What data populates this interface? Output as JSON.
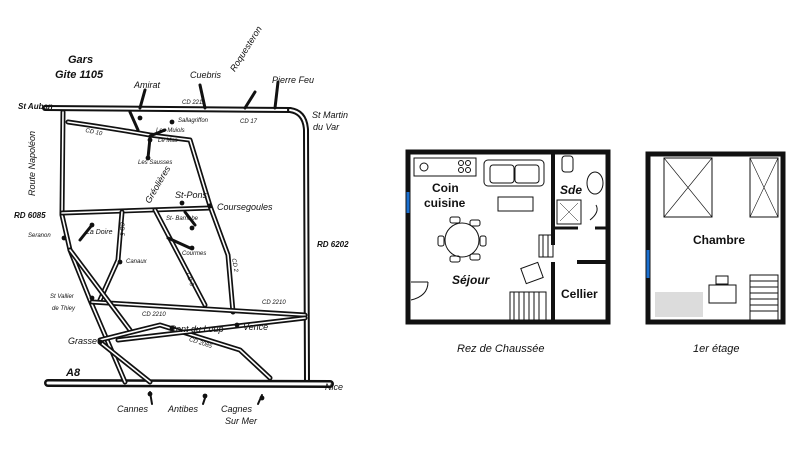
{
  "map": {
    "title": "Gars",
    "subtitle": "Gite 1105",
    "places": {
      "amirat": "Amirat",
      "cuebris": "Cuebris",
      "roquesteron": "Roquesteron",
      "pierre_feu": "Pierre Feu",
      "st_auban": "St Auban",
      "st_martin_line1": "St Martin",
      "st_martin_line2": "du Var",
      "les_muiols": "Les Muiols",
      "sallagriffon": "Sallagriffon",
      "le_mas": "Le Mas",
      "les_sausses": "Les Sausses",
      "greolieres": "Gréolières",
      "st_pons": "St-Pons",
      "coursegoules": "Coursegoules",
      "st_barnabe": "St- Barnabe",
      "la_doire": "La Doire",
      "seranon": "Seranon",
      "canaux": "Canaux",
      "courmes": "Courmes",
      "st_vallier_line1": "St Vallier",
      "st_vallier_line2": "de Thiey",
      "grasse": "Grasse",
      "pont_du_loup": "Pont du Loup",
      "vence": "Vence",
      "nice": "Nice",
      "cannes": "Cannes",
      "antibes": "Antibes",
      "cagnes_line1": "Cagnes",
      "cagnes_line2": "Sur Mer"
    },
    "roads": {
      "cd2211": "CD 2211",
      "cd17": "CD 17",
      "cd10": "CD 10",
      "route_napoleon": "Route Napoléon",
      "rd6085": "RD 6085",
      "rd6202": "RD 6202",
      "cd5": "CD 5",
      "cd3": "CD 3",
      "cd2": "CD 2",
      "cd2210a": "CD 2210",
      "cd2210b": "CD 2210",
      "cd2085": "CD 2085",
      "a8": "A8"
    }
  },
  "plan_ground": {
    "caption": "Rez de Chaussée",
    "coin_line1": "Coin",
    "coin_line2": "cuisine",
    "sejour": "Séjour",
    "sde": "Sde",
    "cellier": "Cellier"
  },
  "plan_first": {
    "caption": "1er étage",
    "chambre": "Chambre"
  },
  "colors": {
    "ink": "#111111",
    "window": "#1a6fd0",
    "shade": "#dcdcdc"
  }
}
